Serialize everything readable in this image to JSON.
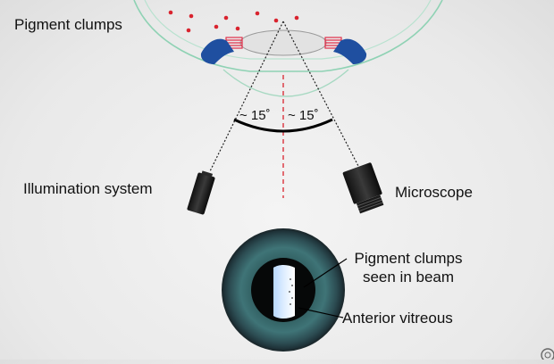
{
  "labels": {
    "pigment_clumps": "Pigment clumps",
    "angle_left": "~ 15˚",
    "angle_right": "~ 15˚",
    "illumination_system": "Illumination system",
    "microscope": "Microscope",
    "pigment_seen_line1": "Pigment clumps",
    "pigment_seen_line2": "seen in beam",
    "anterior_vitreous": "Anterior vitreous"
  },
  "colors": {
    "background": "#ececec",
    "pigment_dot": "#d9232e",
    "ciliary_body": "#1f4fa0",
    "zonule_fibers": "#e0304a",
    "eye_outline": "#8fd2b4",
    "lens": "#dcdcdc",
    "beam_line": "#222222",
    "center_axis": "#d9232e",
    "iris": "#3b6f73"
  },
  "icons": {
    "illumination": "slit-lamp-illuminator-icon",
    "microscope": "microscope-objective-icon"
  }
}
